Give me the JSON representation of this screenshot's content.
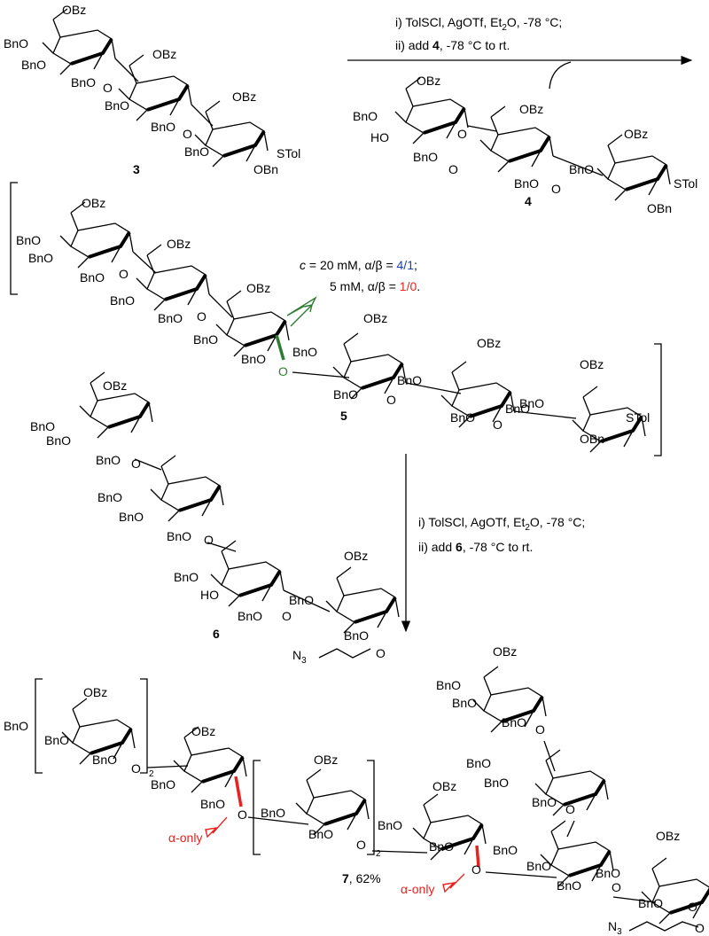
{
  "groups": {
    "bz": "OBz",
    "bno": "BnO",
    "bn": "Bn",
    "obn": "OBn",
    "bno_right": "BnO",
    "ho": "HO",
    "stol": "STol",
    "o": "O",
    "azide_n": "N",
    "azide_sub": "3"
  },
  "compounds": {
    "c3": "3",
    "c4": "4",
    "c5": "5",
    "c6": "6",
    "c7": "7"
  },
  "step1": {
    "line1": "i) TolSCl, AgOTf, Et",
    "line1_sub": "2",
    "line1_tail": "O, -78 °C;",
    "line2_pre": "ii) add ",
    "line2_num": "4",
    "line2_post": ", -78 °C to rt."
  },
  "step2": {
    "line1": "i) TolSCl, AgOTf, Et",
    "line1_sub": "2",
    "line1_tail": "O, -78 °C;",
    "line2_pre": "ii) add ",
    "line2_num": "6",
    "line2_post": ", -78 °C to rt."
  },
  "selectivity": {
    "c_label": "c",
    "line1_pre": " = 20 mM, α/β = ",
    "line1_value": "4/1",
    "line1_end": ";",
    "line2_pre": "5 mM, α/β = ",
    "line2_value": "1/0",
    "line2_end": "."
  },
  "product": {
    "yield": ", 62%",
    "alpha_only": "α-only",
    "repeat": "2"
  },
  "colors": {
    "red": "#e8231f",
    "green": "#2f7d32",
    "blue": "#1f3fa8"
  }
}
